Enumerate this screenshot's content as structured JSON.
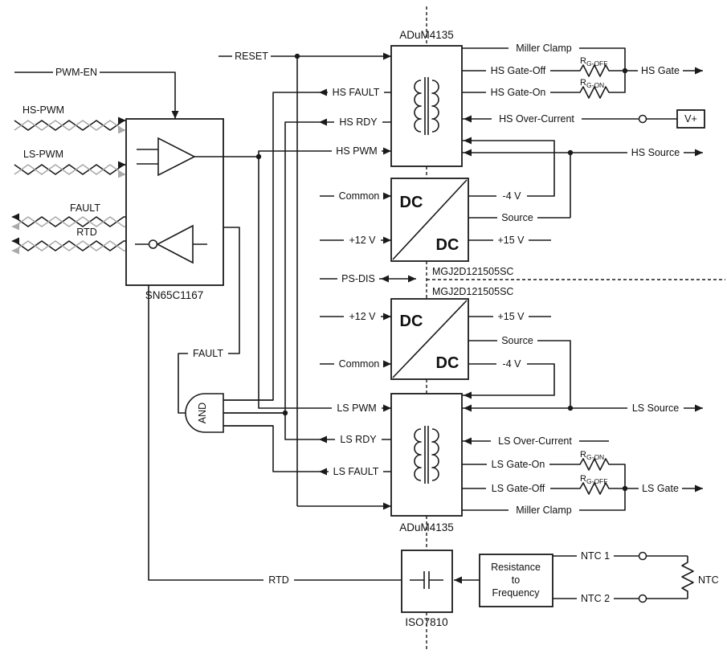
{
  "colors": {
    "line": "#1a1a1a",
    "gray_line": "#aaaaaa",
    "background": "#ffffff"
  },
  "blocks": {
    "sn65c1167": "SN65C1167",
    "adum_top": "ADuM4135",
    "adum_bottom": "ADuM4135",
    "mgj_top": "MGJ2D121505SC",
    "mgj_bottom": "MGJ2D121505SC",
    "dc": "DC",
    "iso7810": "ISO7810",
    "r2f_line1": "Resistance",
    "r2f_line2": "to",
    "r2f_line3": "Frequency",
    "and_gate": "AND",
    "v_plus": "V+"
  },
  "left": {
    "pwm_en": "PWM-EN",
    "hs_pwm": "HS-PWM",
    "ls_pwm": "LS-PWM",
    "fault": "FAULT",
    "rtd": "RTD"
  },
  "mcu": {
    "reset": "RESET",
    "hs_fault": "HS FAULT",
    "hs_rdy": "HS RDY",
    "hs_pwm": "HS PWM",
    "common_top": "Common",
    "p12v_top": "+12 V",
    "ps_dis": "PS-DIS",
    "p12v_bot": "+12 V",
    "common_bot": "Common",
    "ls_pwm": "LS PWM",
    "ls_rdy": "LS RDY",
    "ls_fault": "LS FAULT",
    "fault_net": "FAULT",
    "rtd_net": "RTD"
  },
  "hs": {
    "miller_clamp": "Miller Clamp",
    "gate_off": "HS Gate-Off",
    "gate_on": "HS Gate-On",
    "over_current": "HS Over-Current",
    "gate": "HS Gate",
    "source": "HS Source",
    "n4v": "-4 V",
    "src_pin": "Source",
    "p15v": "+15 V"
  },
  "ls": {
    "p15v": "+15 V",
    "src_pin": "Source",
    "n4v": "-4 V",
    "source": "LS Source",
    "over_current": "LS Over-Current",
    "gate_on": "LS Gate-On",
    "gate_off": "LS Gate-Off",
    "gate": "LS Gate",
    "miller_clamp": "Miller Clamp"
  },
  "res": {
    "r": "R",
    "g_off": "G-OFF",
    "g_on": "G-ON"
  },
  "ntc": {
    "n1": "NTC 1",
    "n2": "NTC 2",
    "name": "NTC"
  }
}
